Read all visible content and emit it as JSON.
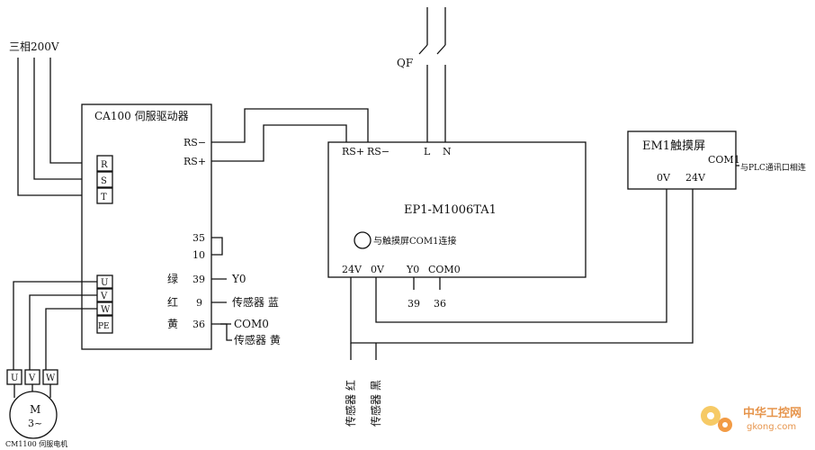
{
  "supply": {
    "label": "三相200V"
  },
  "breaker": {
    "label": "QF"
  },
  "servo_driver": {
    "title": "CA100 伺服驱动器",
    "rs_minus": "RS−",
    "rs_plus": "RS+",
    "input_terminals": [
      "R",
      "S",
      "T"
    ],
    "output_terminals": [
      "U",
      "V",
      "W",
      "PE"
    ],
    "pin_35": "35",
    "pin_10": "10",
    "pin_39": "39",
    "pin_9": "9",
    "pin_36": "36",
    "color_green": "绿",
    "color_red": "红",
    "color_yellow": "黄",
    "sig_y0": "Y0",
    "sig_sensor_blue": "传感器 蓝",
    "sig_com0": "COM0",
    "sig_sensor_yellow": "传感器 黄"
  },
  "motor": {
    "terminals": [
      "U",
      "V",
      "W"
    ],
    "symbol_m": "M",
    "symbol_phase": "3~",
    "label": "CM1100 伺服电机"
  },
  "plc": {
    "model": "EP1-M1006TA1",
    "rs_plus": "RS+",
    "rs_minus": "RS−",
    "l": "L",
    "n": "N",
    "port_note": "与触摸屏COM1连接",
    "pin_24v": "24V",
    "pin_0v": "0V",
    "pin_y0": "Y0",
    "pin_com0": "COM0",
    "num_39": "39",
    "num_36": "36"
  },
  "touchscreen": {
    "title": "EM1触摸屏",
    "com1": "COM1",
    "pin_0v": "0V",
    "pin_24v": "24V",
    "note": "与PLC通讯口相连"
  },
  "sensor_leads": {
    "red": "传感器 红",
    "black": "传感器 黑"
  },
  "watermark": {
    "brand": "中华工控网",
    "url": "gkong.com"
  }
}
